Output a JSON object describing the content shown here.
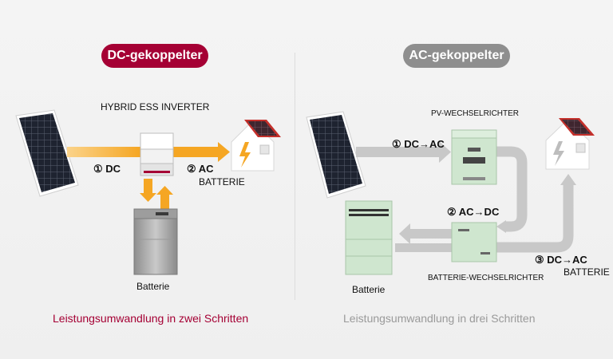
{
  "dc_panel": {
    "title": "DC-gekoppelter",
    "inverter_label": "HYBRID ESS INVERTER",
    "step1": "① DC",
    "step2": "② AC",
    "house_label": "BATTERIE",
    "battery_label": "Batterie",
    "caption": "Leistungsumwandlung in zwei Schritten"
  },
  "ac_panel": {
    "title": "AC-gekoppelter",
    "pv_inverter_label": "PV-WECHSELRICHTER",
    "step1": "① DC→AC",
    "step2": "② AC→DC",
    "step3": "③ DC→AC",
    "house_label": "BATTERIE",
    "battery_label": "Batterie",
    "battery_inverter_label": "BATTERIE-WECHSELRICHTER",
    "caption": "Leistungsumwandlung in drei Schritten"
  },
  "colors": {
    "dc_accent": "#a50034",
    "ac_accent": "#8e8e8e",
    "dc_arrow": "#f5a623",
    "ac_arrow": "#c8c8c8",
    "ac_device": "#cfe6cf"
  }
}
